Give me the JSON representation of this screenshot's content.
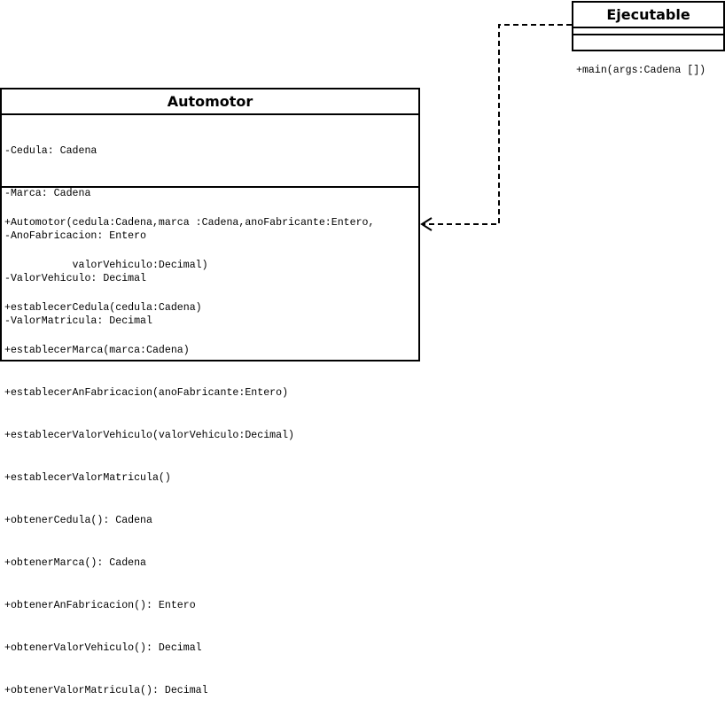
{
  "classes": {
    "ejecutable": {
      "name": "Ejecutable",
      "operations": [
        "+main(args:Cadena [])"
      ]
    },
    "automotor": {
      "name": "Automotor",
      "attributes": [
        "-Cedula: Cadena",
        "-Marca: Cadena",
        "-AnoFabricacion: Entero",
        "-ValorVehiculo: Decimal",
        "-ValorMatricula: Decimal"
      ],
      "operations": [
        "+Automotor(cedula:Cadena,marca :Cadena,anoFabricante:Entero,",
        "           valorVehiculo:Decimal)",
        "+establecerCedula(cedula:Cadena)",
        "+establecerMarca(marca:Cadena)",
        "+establecerAnFabricacion(anoFabricante:Entero)",
        "+establecerValorVehiculo(valorVehiculo:Decimal)",
        "+establecerValorMatricula()",
        "+obtenerCedula(): Cadena",
        "+obtenerMarca(): Cadena",
        "+obtenerAnFabricacion(): Entero",
        "+obtenerValorVehiculo(): Decimal",
        "+obtenerValorMatricula(): Decimal"
      ]
    }
  },
  "relations": [
    {
      "from": "Ejecutable",
      "to": "Automotor",
      "type": "dependency",
      "style": "dashed",
      "arrow": "open"
    }
  ]
}
